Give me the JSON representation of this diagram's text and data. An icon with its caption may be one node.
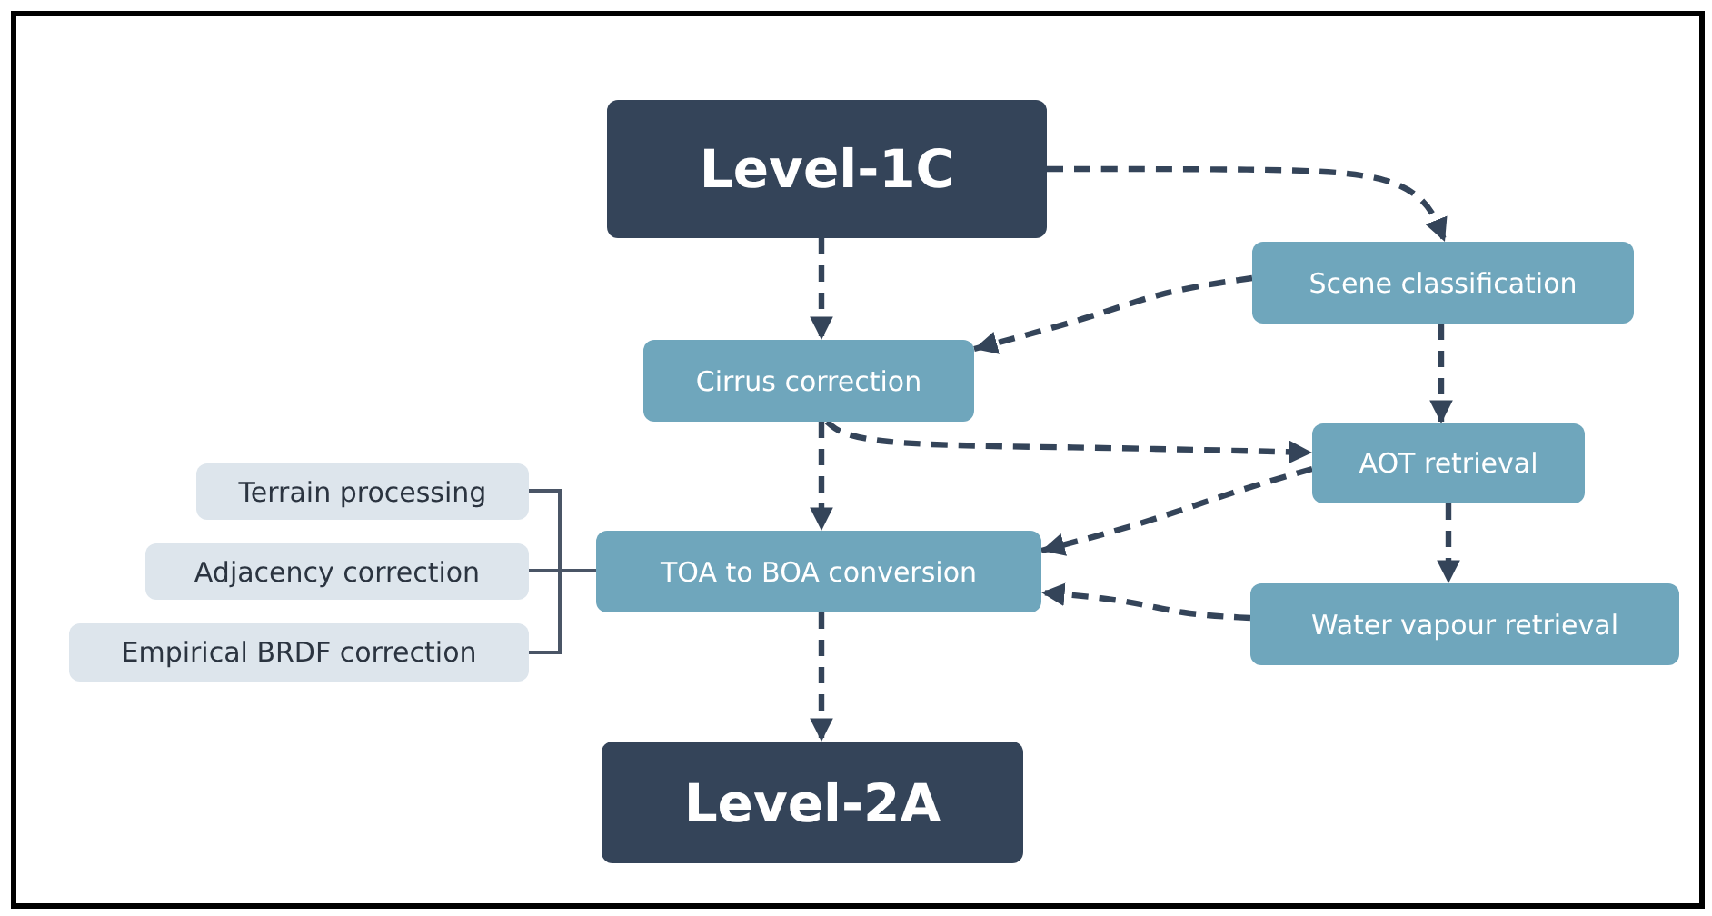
{
  "diagram": {
    "nodes": [
      {
        "text": [
          "Level-1C"
        ]
      },
      {
        "text": [
          "Scene classification"
        ]
      },
      {
        "text": [
          "Cirrus correction"
        ]
      },
      {
        "text": [
          "AOT retrieval"
        ]
      },
      {
        "text": [
          "Terrain processing"
        ]
      },
      {
        "text": [
          "Adjacency correction"
        ]
      },
      {
        "text": [
          "TOA to BOA conversion"
        ]
      },
      {
        "text": [
          "Empirical BRDF correction"
        ]
      },
      {
        "text": [
          "Water vapour retrieval"
        ]
      },
      {
        "text": [
          "Level-2A"
        ]
      }
    ],
    "edges": [
      {
        "from": 0,
        "to": 1,
        "arrow": "to",
        "style": "dashed"
      },
      {
        "from": 0,
        "to": 2,
        "arrow": "to",
        "style": "dashed"
      },
      {
        "from": 1,
        "to": 2,
        "arrow": "to",
        "style": "dashed"
      },
      {
        "from": 1,
        "to": 3,
        "arrow": "to",
        "style": "dashed"
      },
      {
        "from": 2,
        "to": 3,
        "arrow": "to",
        "style": "dashed"
      },
      {
        "from": 2,
        "to": 6,
        "arrow": "to",
        "style": "dashed"
      },
      {
        "from": 3,
        "to": 6,
        "arrow": "to",
        "style": "dashed"
      },
      {
        "from": 3,
        "to": 8,
        "arrow": "to",
        "style": "dashed"
      },
      {
        "from": 8,
        "to": 6,
        "arrow": "to",
        "style": "dashed"
      },
      {
        "from": 6,
        "to": 9,
        "arrow": "to",
        "style": "dashed"
      },
      {
        "from": 4,
        "to": 6,
        "arrow": "none"
      },
      {
        "from": 5,
        "to": 6,
        "arrow": "none"
      },
      {
        "from": 7,
        "to": 6,
        "arrow": "none"
      }
    ]
  }
}
